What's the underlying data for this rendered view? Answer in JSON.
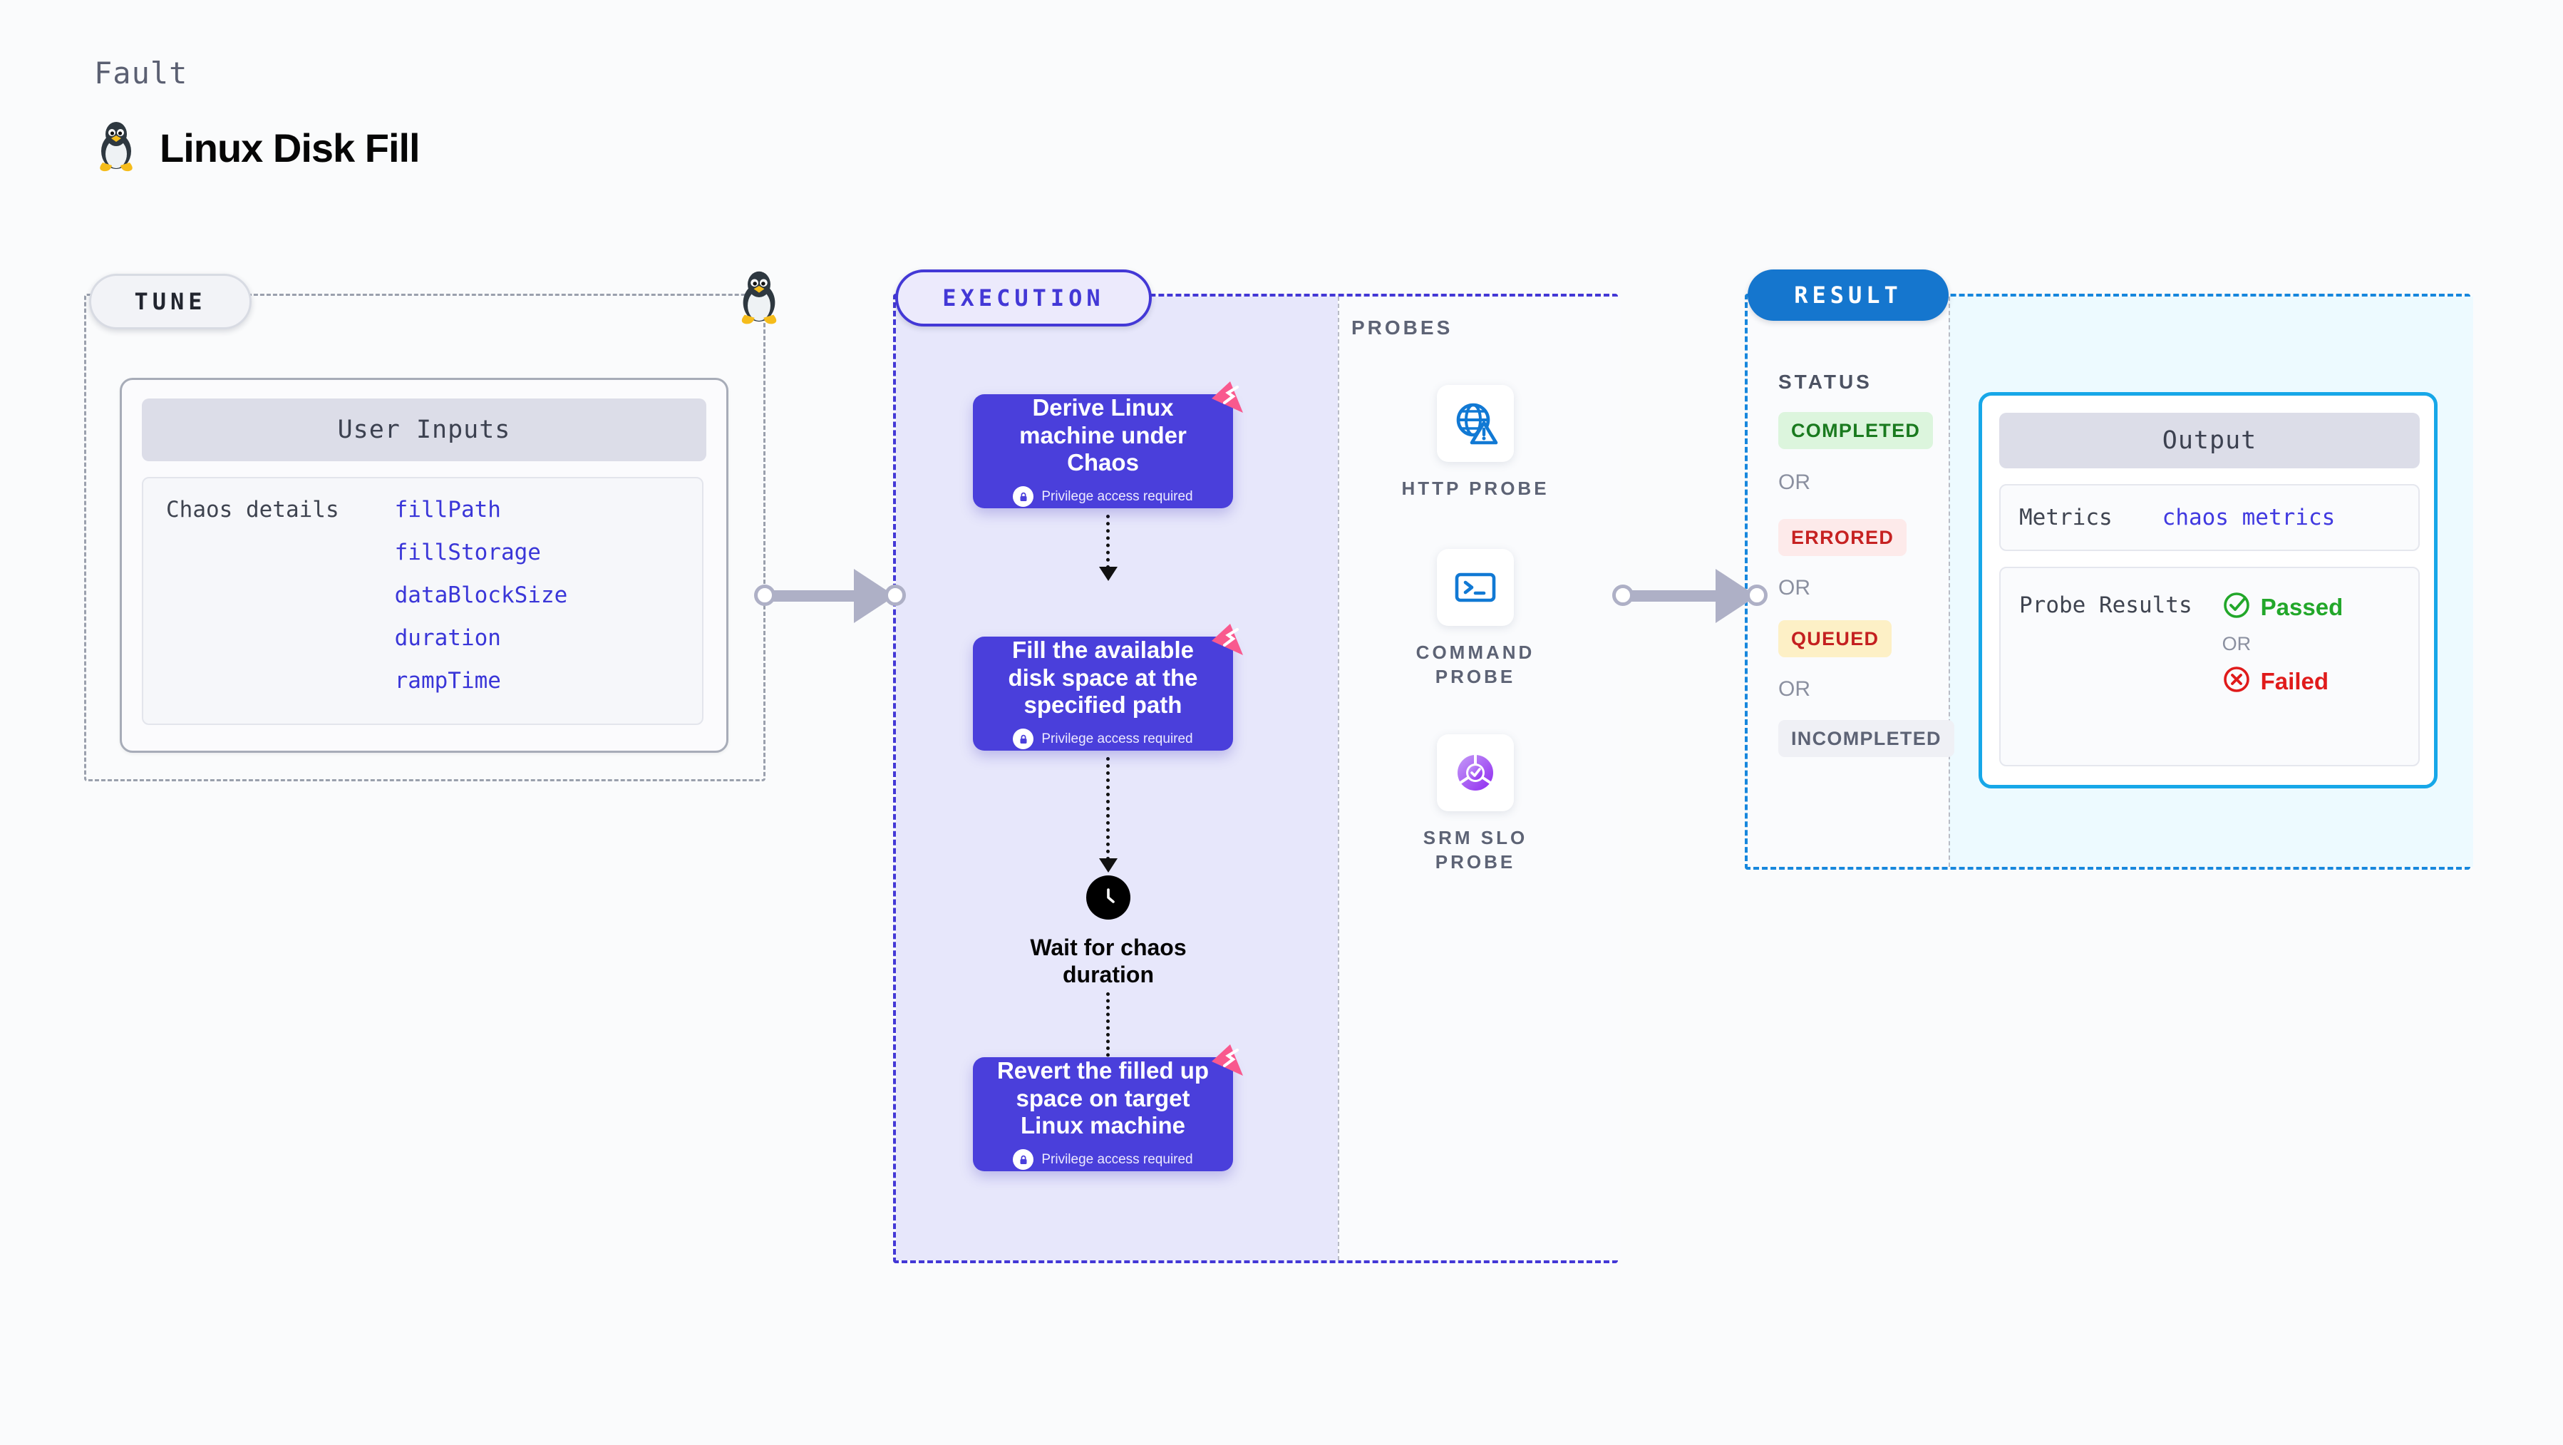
{
  "header": {
    "kicker": "Fault",
    "title": "Linux Disk Fill",
    "icon": "tux-penguin-icon"
  },
  "tune": {
    "pill_label": "TUNE",
    "corner_icon": "tux-penguin-icon",
    "card": {
      "header": "User Inputs",
      "row_label": "Chaos details",
      "params": [
        "fillPath",
        "fillStorage",
        "dataBlockSize",
        "duration",
        "rampTime"
      ]
    }
  },
  "execution": {
    "pill_label": "EXECUTION",
    "privilege_note": "Privilege access required",
    "steps": [
      {
        "title": "Derive Linux machine under Chaos",
        "privilege": true,
        "badge_icon": "chaos-fault-badge-icon"
      },
      {
        "title": "Fill the available disk space at the specified path",
        "privilege": true,
        "badge_icon": "chaos-fault-badge-icon"
      },
      {
        "title": "Revert the filled up space on target Linux machine",
        "privilege": true,
        "badge_icon": "chaos-fault-badge-icon"
      }
    ],
    "wait": {
      "label": "Wait for chaos duration",
      "icon": "clock-icon"
    }
  },
  "probes": {
    "section_label": "PROBES",
    "items": [
      {
        "label": "HTTP PROBE",
        "icon": "globe-warning-icon"
      },
      {
        "label": "COMMAND PROBE",
        "icon": "terminal-prompt-icon"
      },
      {
        "label": "SRM SLO PROBE",
        "icon": "donut-check-icon"
      }
    ]
  },
  "result": {
    "pill_label": "RESULT",
    "status_label": "STATUS",
    "or_label": "OR",
    "statuses": [
      {
        "label": "COMPLETED",
        "bg": "#dcf5dd",
        "fg": "#1a7a1f"
      },
      {
        "label": "ERRORED",
        "bg": "#fdeaea",
        "fg": "#c62222"
      },
      {
        "label": "QUEUED",
        "bg": "#fdf0c6",
        "fg": "#c42020"
      },
      {
        "label": "INCOMPLETED",
        "bg": "#eff0f5",
        "fg": "#5d6375"
      }
    ],
    "output": {
      "header": "Output",
      "metrics_key": "Metrics",
      "metrics_value": "chaos metrics",
      "probe_key": "Probe Results",
      "passed_label": "Passed",
      "failed_label": "Failed",
      "passed_icon": "check-circle-icon",
      "failed_icon": "x-circle-icon",
      "or_label": "OR"
    }
  },
  "colors": {
    "execution_accent": "#4338d6",
    "result_accent": "#1576ce",
    "output_accent": "#17a7e8",
    "param_text": "#3a36d8",
    "step_fill": "#4a3fdb",
    "badge_pink": "#f9598e",
    "passed_green": "#22a72a",
    "failed_red": "#e01b1b",
    "tune_border": "#9aa0ad"
  }
}
